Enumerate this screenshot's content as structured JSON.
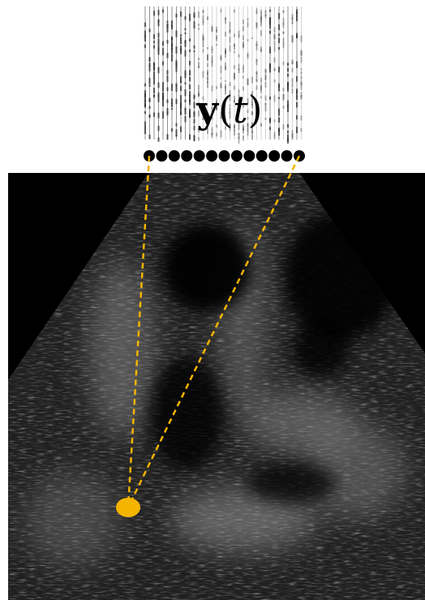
{
  "signal_label": {
    "bold_part": "y",
    "open_paren": "(",
    "italic_part": "t",
    "close_paren": ")"
  },
  "colors": {
    "background": "#ffffff",
    "ultrasound_background": "#000000",
    "focal_point": "#f5b400",
    "ray_line": "#f5b400",
    "transducer_element": "#000000",
    "rf_trace": "#333333"
  },
  "icons": {
    "focal_point": "filled-circle",
    "transducer_element": "filled-circle"
  }
}
